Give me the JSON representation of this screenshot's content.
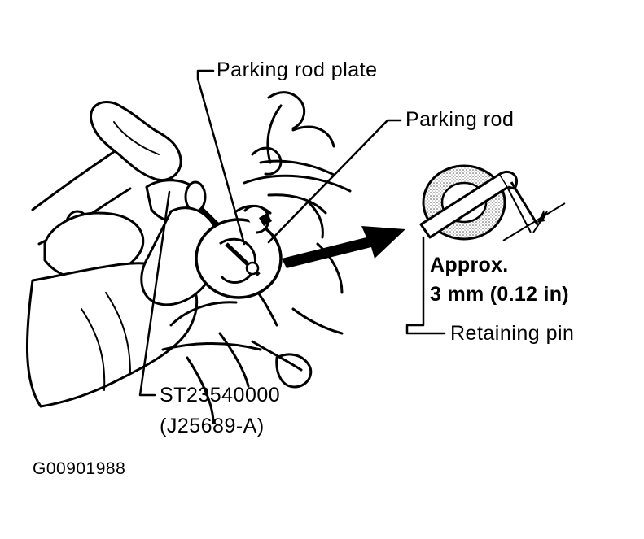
{
  "labels": {
    "parking_rod_plate": "Parking rod plate",
    "parking_rod": "Parking rod",
    "approx": "Approx.",
    "measurement": "3 mm (0.12 in)",
    "retaining_pin": "Retaining pin",
    "tool_number": "ST23540000",
    "tool_alt": "(J25689-A)",
    "figure_code": "G00901988"
  },
  "icons": {
    "hand_with_tool": "hand-holding-tool-illustration",
    "detail_circle": "magnified-detail-circle",
    "arrow": "pointer-arrow-right",
    "pin_detail": "retaining-pin-detail-illustration"
  },
  "colors": {
    "ink": "#000000",
    "background": "#ffffff",
    "stipple": "#7a7a7a"
  }
}
